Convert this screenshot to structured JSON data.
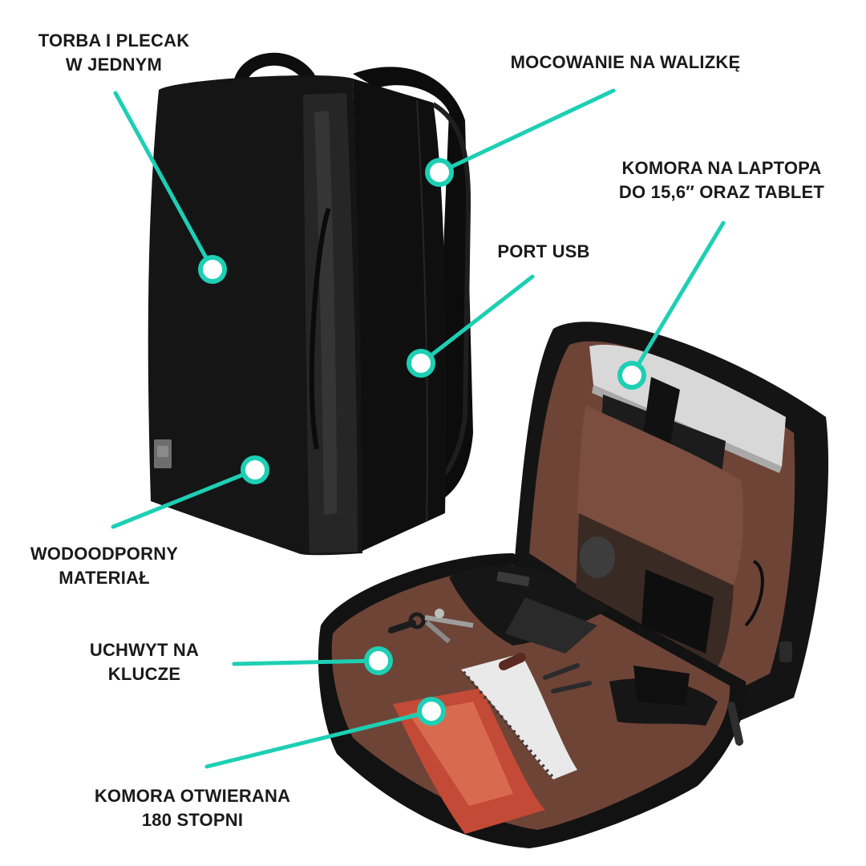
{
  "colors": {
    "accent": "#1dcfb4",
    "bag_black": "#121212",
    "lining_brown": "#6e4437",
    "text": "#1a1a1a"
  },
  "callouts": [
    {
      "id": "torba-i-plecak",
      "lines": [
        "TORBA I PLECAK",
        "W JEDNYM"
      ]
    },
    {
      "id": "mocowanie",
      "lines": [
        "MOCOWANIE NA WALIZKĘ"
      ]
    },
    {
      "id": "komora-laptop",
      "lines": [
        "KOMORA NA LAPTOPA",
        "DO 15,6″ ORAZ TABLET"
      ]
    },
    {
      "id": "port-usb",
      "lines": [
        "PORT USB"
      ]
    },
    {
      "id": "wodoodporny",
      "lines": [
        "WODOODPORNY",
        "MATERIAŁ"
      ]
    },
    {
      "id": "uchwyt",
      "lines": [
        "UCHWYT NA",
        "KLUCZE"
      ]
    },
    {
      "id": "komora-180",
      "lines": [
        "KOMORA OTWIERANA",
        "180 STOPNI"
      ]
    }
  ]
}
